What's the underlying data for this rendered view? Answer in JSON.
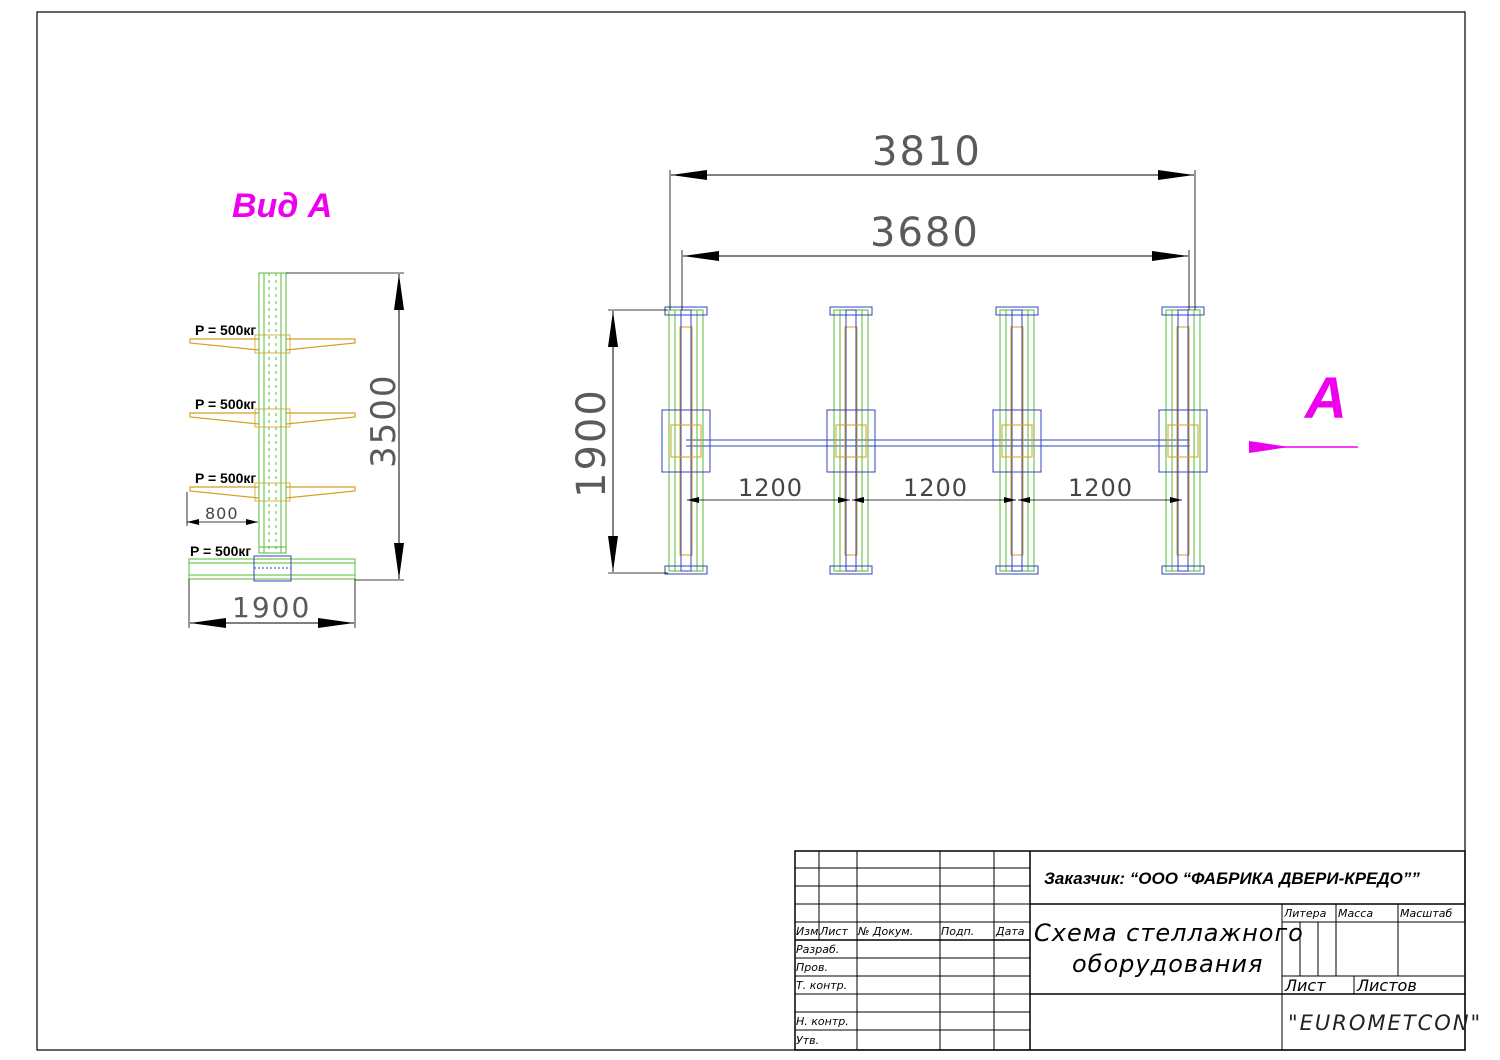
{
  "view_a": {
    "title": "Вид  А",
    "load_labels": [
      "P = 500кг",
      "P = 500кг",
      "P = 500кг",
      "P = 500кг"
    ],
    "dim_height": "3500",
    "dim_arm": "800",
    "dim_base": "1900"
  },
  "plan": {
    "dim_overall": "3810",
    "dim_inner": "3680",
    "dim_depth": "1900",
    "dim_spans": [
      "1200",
      "1200",
      "1200"
    ],
    "view_marker": "А"
  },
  "title_block": {
    "customer": "Заказчик: “ООО “ФАБРИКА ДВЕРИ-КРЕДО””",
    "title_line1": "Схема стеллажного",
    "title_line2": "оборудования",
    "col_izm": "Изм.",
    "col_list": "Лист",
    "col_doc": "№ Докум.",
    "col_sign": "Подп.",
    "col_date": "Дата",
    "row_razrab": "Разраб.",
    "row_prov": "Пров.",
    "row_tkontr": "Т.  контр.",
    "row_nkontr": "Н.  контр.",
    "row_utv": "Утв.",
    "litera": "Литера",
    "massa": "Масса",
    "masshtab": "Масштаб",
    "list": "Лист",
    "listov": "Листов",
    "company": "\"EUROMETCON\""
  },
  "colors": {
    "frame": "#000000",
    "upright": "#55bb33",
    "arm": "#d4a020",
    "brace": "#3344bb",
    "dimension": "#555555",
    "marker": "#ee00ee"
  }
}
